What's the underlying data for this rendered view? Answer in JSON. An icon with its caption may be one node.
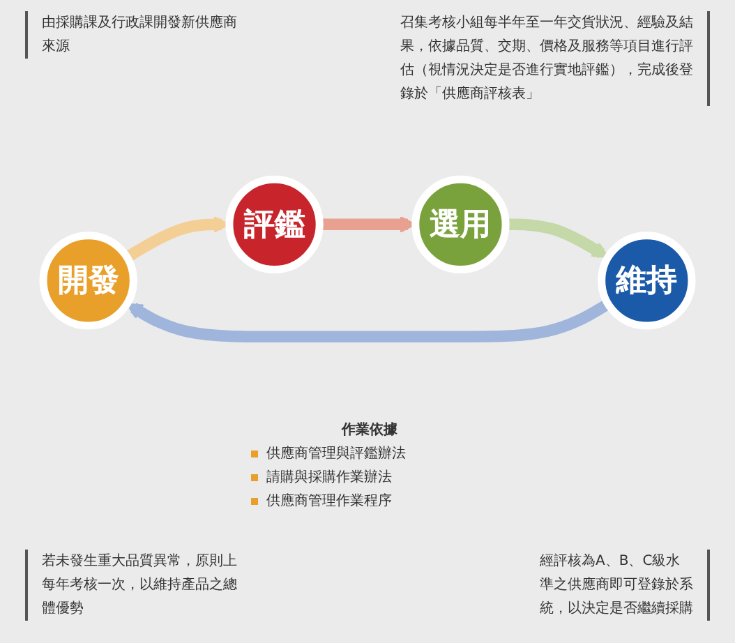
{
  "diagram": {
    "nodes": [
      {
        "text": [
          "開發"
        ]
      },
      {
        "text": [
          "評鑑"
        ]
      },
      {
        "text": [
          "選用"
        ]
      },
      {
        "text": [
          "維持"
        ]
      }
    ],
    "edges": [
      {
        "from": 0,
        "to": 1,
        "arrow": "to",
        "color": "#f3cf95"
      },
      {
        "from": 1,
        "to": 2,
        "arrow": "to",
        "color": "#e8a090"
      },
      {
        "from": 2,
        "to": 3,
        "arrow": "to",
        "color": "#c5d8a8"
      },
      {
        "from": 3,
        "to": 0,
        "arrow": "to",
        "color": "#9fb5dc"
      }
    ],
    "labels": [
      "由採購課及行政課開發新供應商來源",
      "召集考核小組每半年至一年交貨狀況、經驗及結果，依據品質、交期、價格及服務等項目進行評估（視情況決定是否進行實地評鑑），完成後登錄於「供應商評核表」",
      "作業依據",
      "供應商管理與評鑑辦法",
      "請購與採購作業辦法",
      "供應商管理作業程序",
      "若未發生重大品質異常，原則上每年考核一次，以維持產品之總體優勢",
      "經評核為A、B、C級水準之供應商即可登錄於系統，以決定是否繼續採購"
    ]
  }
}
